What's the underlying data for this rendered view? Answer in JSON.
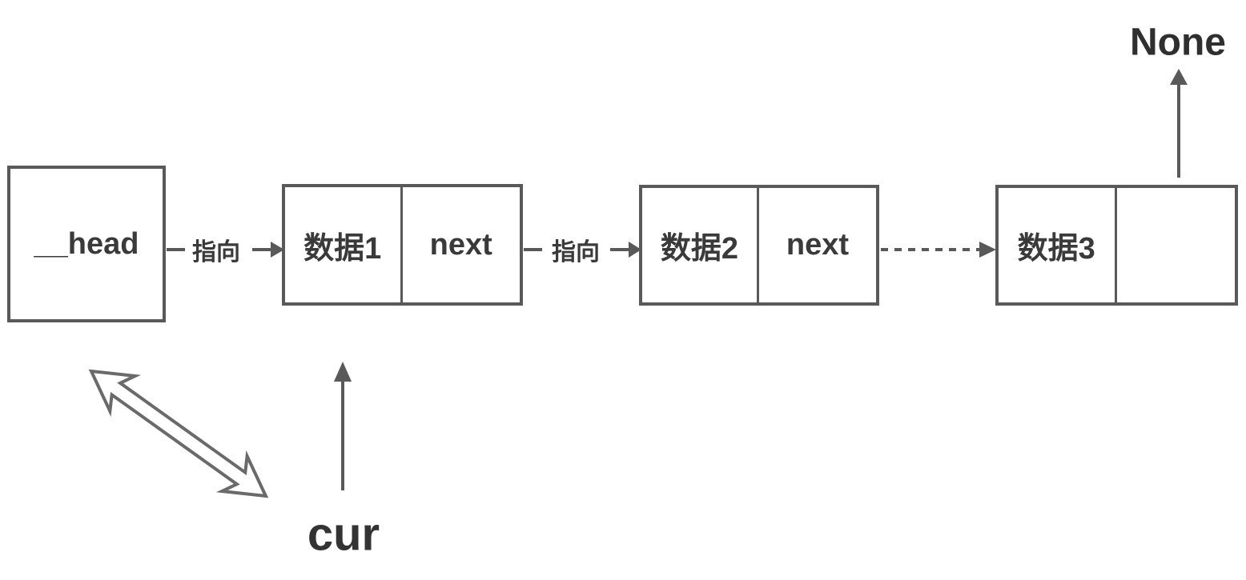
{
  "diagram": {
    "head": {
      "label": "__head"
    },
    "nodes": [
      {
        "data": "数据1",
        "next": "next"
      },
      {
        "data": "数据2",
        "next": "next"
      },
      {
        "data": "数据3",
        "next": ""
      }
    ],
    "pointer_labels": [
      {
        "label": "指向"
      },
      {
        "label": "指向"
      }
    ],
    "none_label": "None",
    "cur_label": "cur",
    "colors": {
      "line": "#595959",
      "text": "#3a3a3a",
      "double_arrow_outline": "#6a6a6a",
      "background": "#ffffff"
    }
  }
}
